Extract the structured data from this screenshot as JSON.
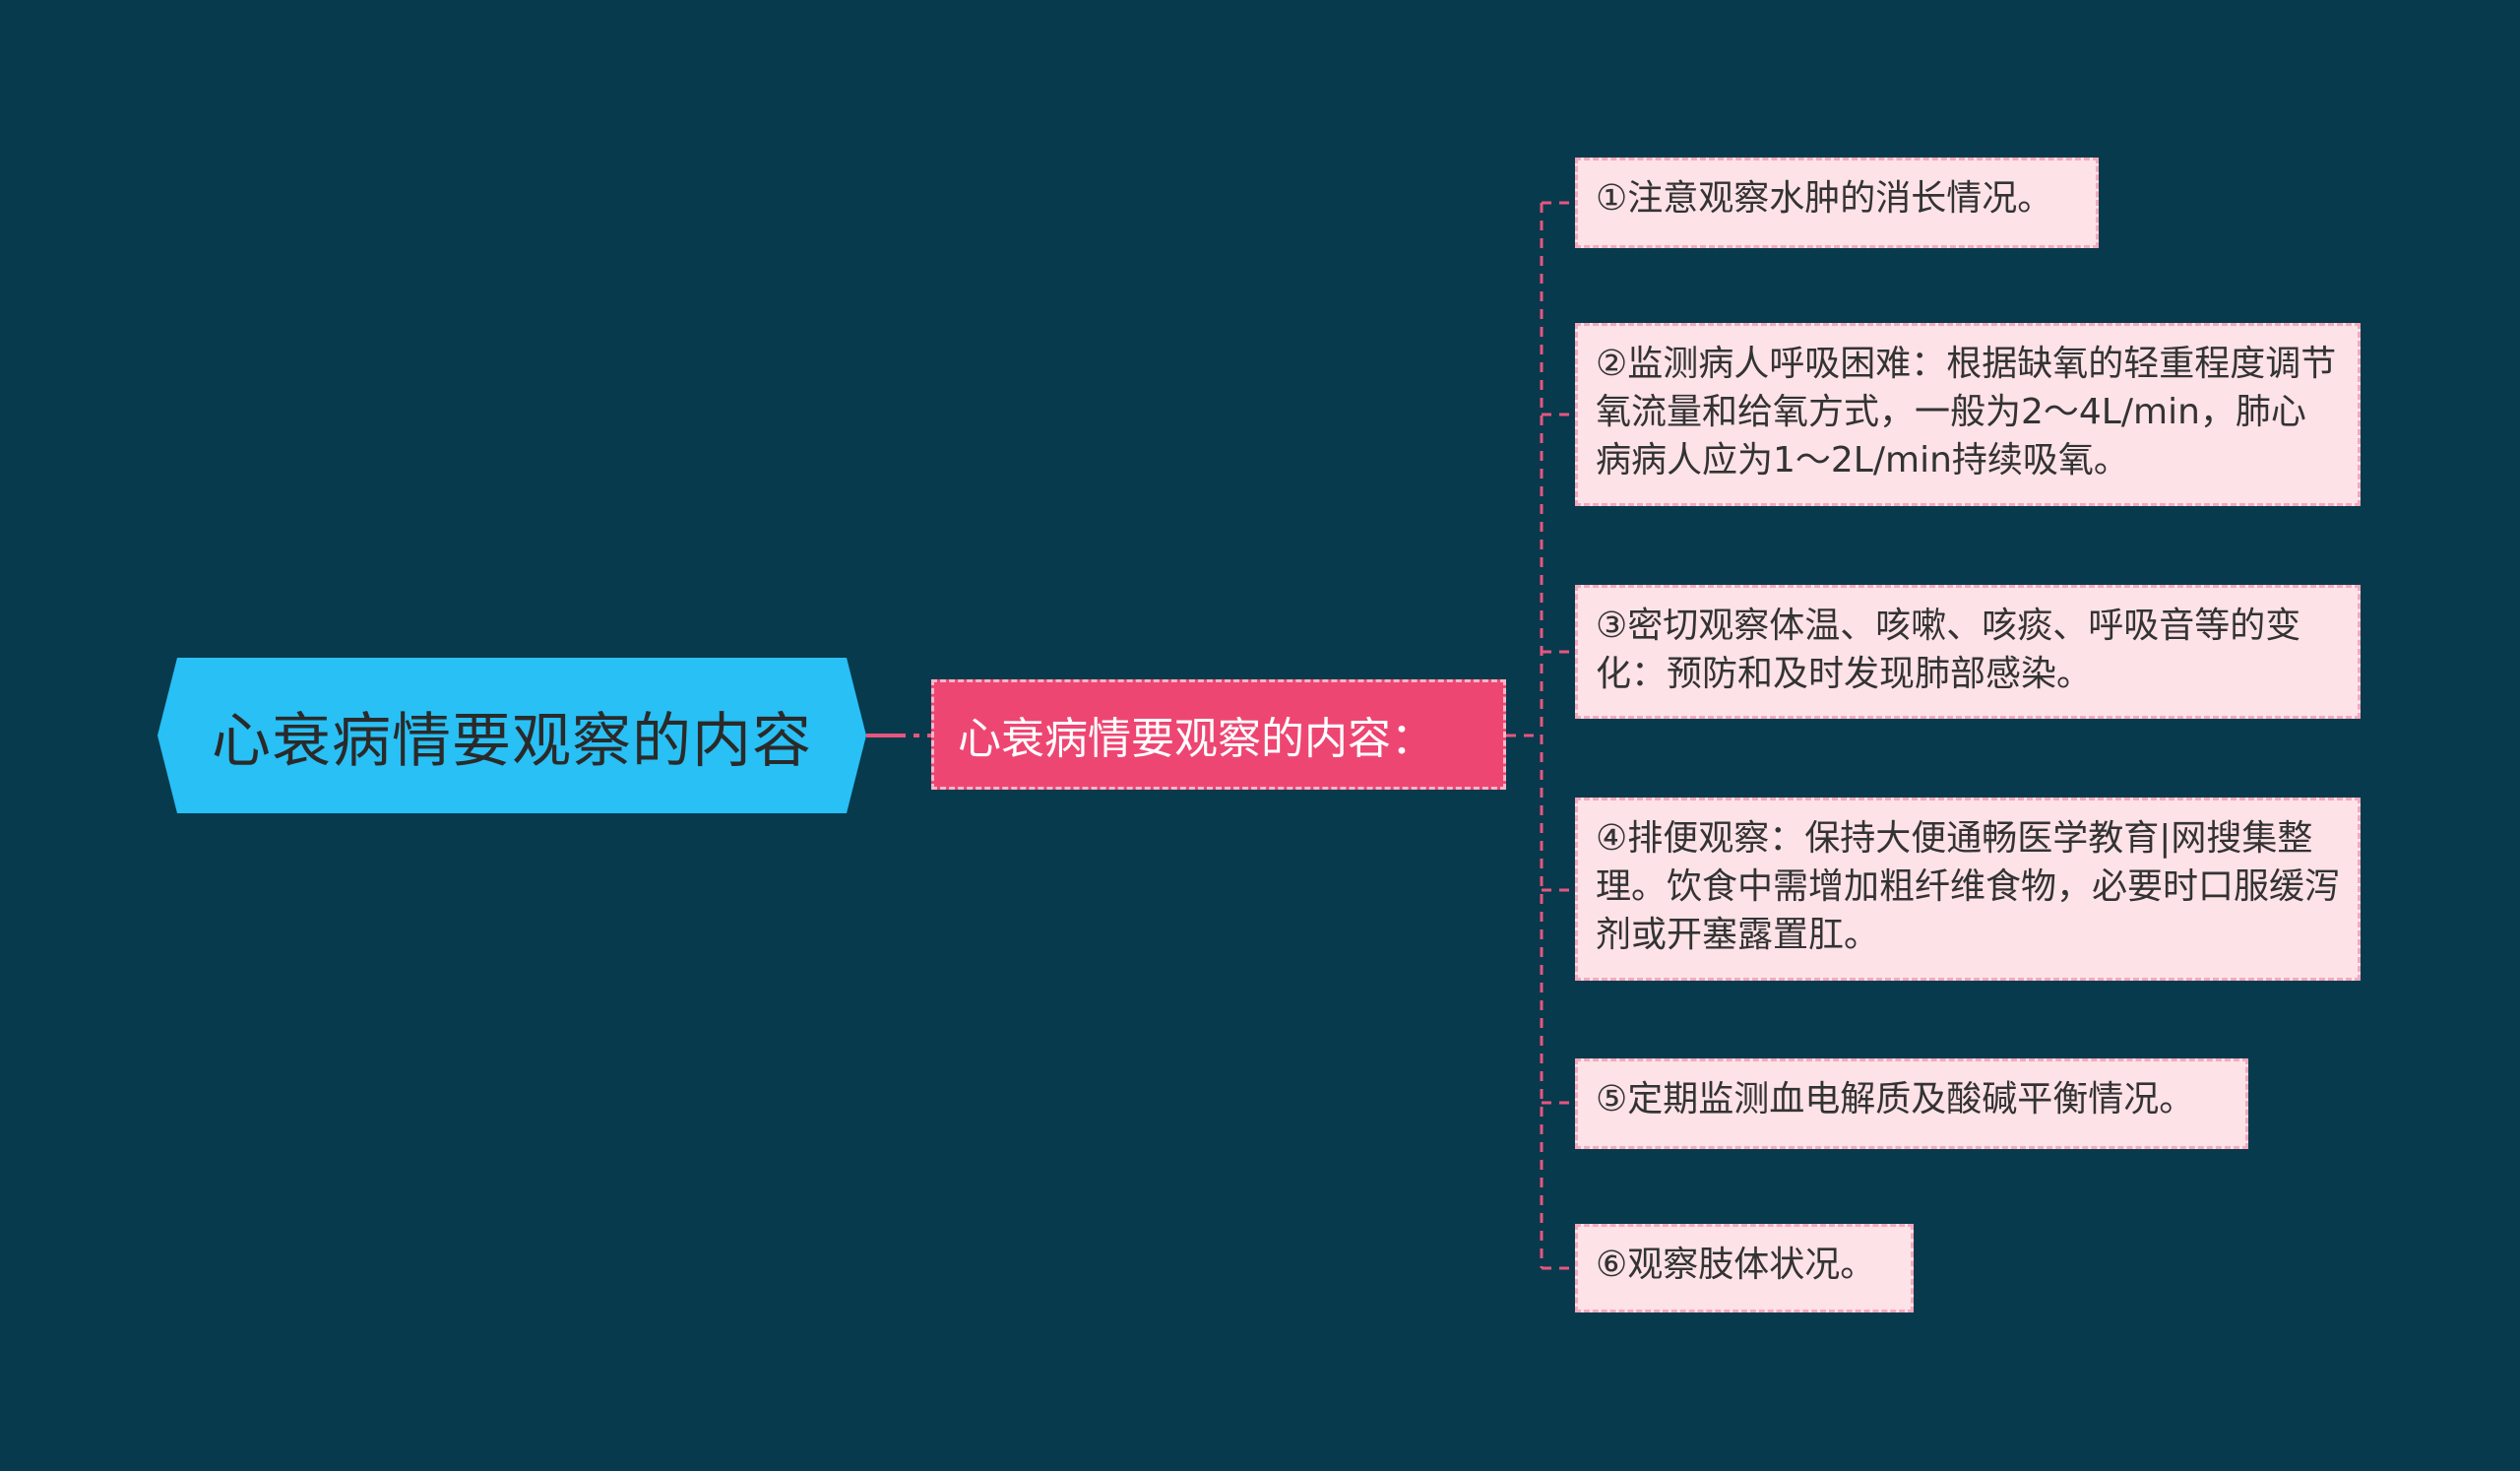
{
  "root": {
    "label": "心衰病情要观察的内容"
  },
  "branch": {
    "label": "心衰病情要观察的内容："
  },
  "leaves": [
    {
      "text": "①注意观察水肿的消长情况。"
    },
    {
      "text": "②监测病人呼吸困难：根据缺氧的轻重程度调节氧流量和给氧方式，一般为2～4L/min，肺心病病人应为1～2L/min持续吸氧。"
    },
    {
      "text": "③密切观察体温、咳嗽、咳痰、呼吸音等的变化：预防和及时发现肺部感染。"
    },
    {
      "text": "④排便观察：保持大便通畅医学教育|网搜集整理。饮食中需增加粗纤维食物，必要时口服缓泻剂或开塞露置肛。"
    },
    {
      "text": "⑤定期监测血电解质及酸碱平衡情况。"
    },
    {
      "text": "⑥观察肢体状况。"
    }
  ],
  "colors": {
    "background": "#073a4d",
    "root_fill": "#28c0f5",
    "branch_fill": "#ee4673",
    "leaf_fill": "#fde2e8",
    "connector": "#e8557f"
  }
}
